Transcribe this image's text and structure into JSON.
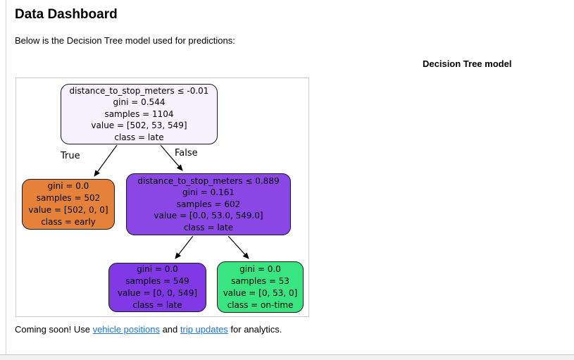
{
  "page": {
    "title": "Data Dashboard",
    "subtitle": "Below is the Decision Tree model used for predictions:",
    "figure_title": "Decision Tree model",
    "footer": {
      "prefix": "Coming soon! Use ",
      "link1": "vehicle positions",
      "middle": " and ",
      "link2": "trip updates",
      "suffix": " for analytics."
    },
    "link_color": "#1a73e8"
  },
  "tree": {
    "feature": "distance_to_stop_meters",
    "classes": [
      "early",
      "on-time",
      "late"
    ],
    "class_colors": {
      "early": "#e58139",
      "on-time": "#39e581",
      "late": "#8139e5"
    },
    "edge_labels": {
      "true_label": "True",
      "false_label": "False"
    },
    "nodes": [
      {
        "id": "root",
        "fill": "#f6f1fd",
        "lines": [
          "distance_to_stop_meters ≤ -0.01",
          "gini = 0.544",
          "samples = 1104",
          "value = [502, 53, 549]",
          "class = late"
        ]
      },
      {
        "id": "leaf-early",
        "fill": "#e58139",
        "lines": [
          "gini = 0.0",
          "samples = 502",
          "value = [502, 0, 0]",
          "class = early"
        ]
      },
      {
        "id": "internal-late",
        "fill": "#8a47e6",
        "lines": [
          "distance_to_stop_meters ≤ 0.889",
          "gini = 0.161",
          "samples = 602",
          "value = [0.0, 53.0, 549.0]",
          "class = late"
        ]
      },
      {
        "id": "leaf-late",
        "fill": "#8139e5",
        "lines": [
          "gini = 0.0",
          "samples = 549",
          "value = [0, 0, 549]",
          "class = late"
        ]
      },
      {
        "id": "leaf-ontime",
        "fill": "#39e581",
        "lines": [
          "gini = 0.0",
          "samples = 53",
          "value = [0, 53, 0]",
          "class = on-time"
        ]
      }
    ]
  }
}
